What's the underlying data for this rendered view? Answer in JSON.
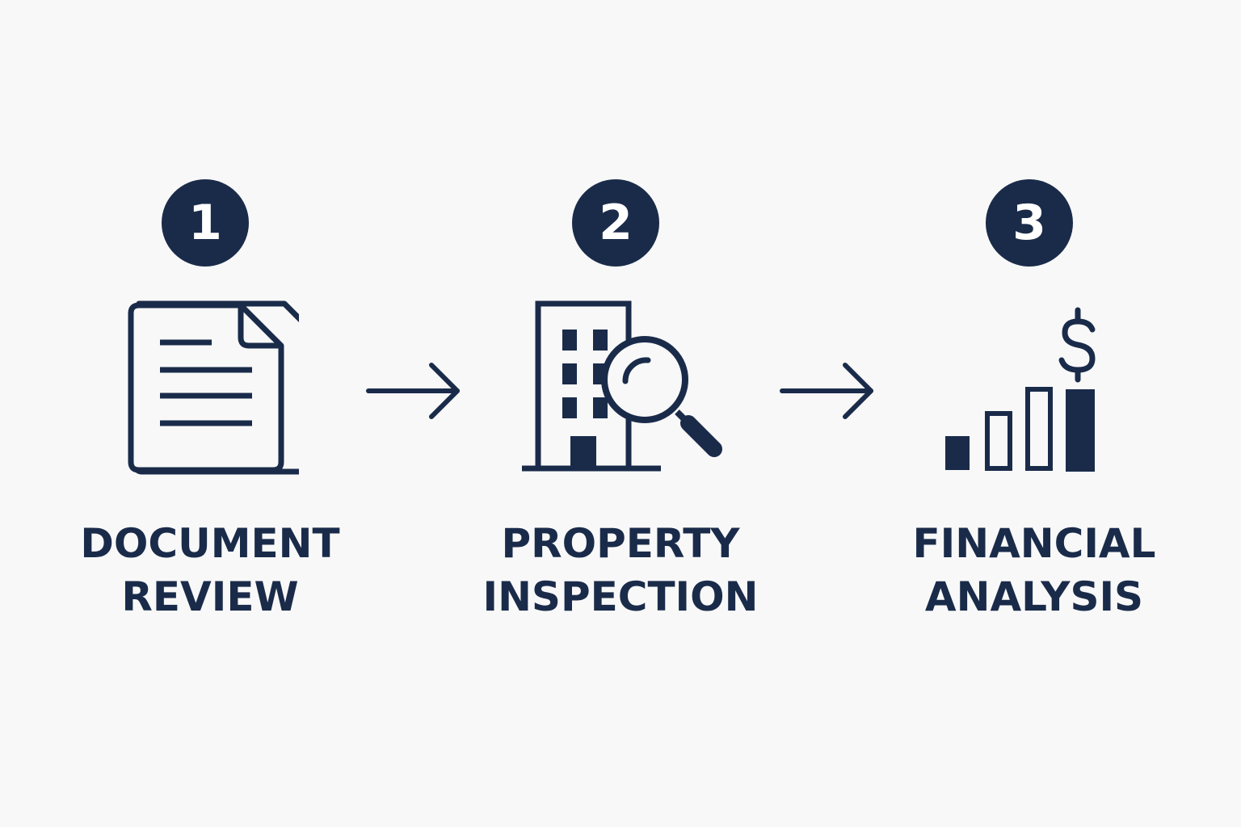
{
  "colors": {
    "primary": "#1a2b4a",
    "background": "#f8f8f8",
    "badge_text": "#ffffff"
  },
  "steps": [
    {
      "number": "1",
      "line1": "DOCUMENT",
      "line2": "REVIEW",
      "icon": "document-icon"
    },
    {
      "number": "2",
      "line1": "PROPERTY",
      "line2": "INSPECTION",
      "icon": "building-search-icon"
    },
    {
      "number": "3",
      "line1": "FINANCIAL",
      "line2": "ANALYSIS",
      "icon": "financial-chart-icon"
    }
  ],
  "connectors": [
    "arrow-right-icon",
    "arrow-right-icon"
  ]
}
